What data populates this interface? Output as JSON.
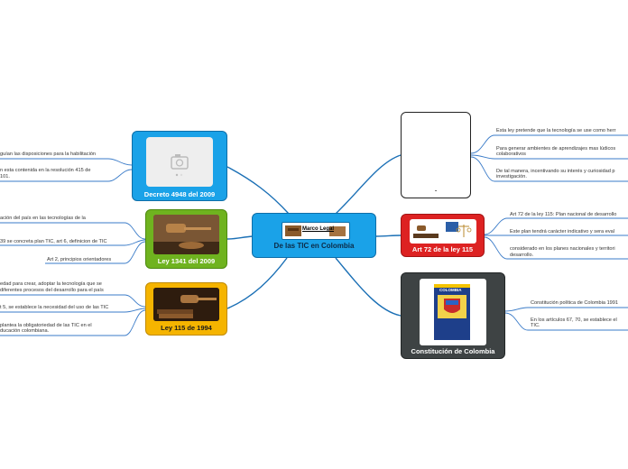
{
  "central": {
    "title": "De las TIC en Colombia",
    "banner_label": "Marco Legal"
  },
  "branches": {
    "decreto": {
      "title": "Decreto 4948 del 2009",
      "color": "#1aa2e8",
      "image_icon": "camera-icon",
      "leaves": [
        "guían las disposiciones para la habilitación",
        "n esta contenida en la resolución 415 de",
        "101."
      ]
    },
    "ley1341": {
      "title": "Ley 1341 del 2009",
      "color": "#6fb31f",
      "image_icon": "gavel-icon",
      "leaves": [
        "ación del país en las tecnologías de la",
        "39 se concreta plan TIC, art 6, definicion de TIC",
        "Art 2, principios orientadores"
      ]
    },
    "ley115": {
      "title": "Ley 115 de 1994",
      "color": "#f5b400",
      "image_icon": "gavel-books-icon",
      "leaves": [
        "edad para crear, adoptar la tecnología que se",
        " diferentes procesos del desarrollo para el país",
        "t 5, se establece la necesidad del uso de las TIC",
        " plantea la obligatoriedad de las TIC en el",
        "ducación colombiana."
      ]
    },
    "blank": {
      "title": ".",
      "color": "#ffffff",
      "leaves": [
        "Esta ley pretende que la tecnología se use como herr",
        "Para  generar ambientes de aprendizajes mas lúdicos",
        "colaborativos",
        "De tal manera, incentivando su interés y curiosidad p",
        "investigación."
      ]
    },
    "art72": {
      "title": "Art 72 de la ley 115",
      "color": "#dd2222",
      "image_icon": "justice-scale-icon",
      "leaves": [
        "Art 72 de la ley 115: Plan nacional de desarrollo",
        "Este plan tendrá carácter indicativo y sera eval",
        "considerado en los planes nacionales y territori",
        "desarrollo."
      ]
    },
    "constitucion": {
      "title": "Constitución de Colombia",
      "color": "#3e4344",
      "image_icon": "constitution-book-icon",
      "book_label": "COLOMBIA",
      "leaves": [
        "Constitución política de Colombia 1991",
        "En los artículos 67, 70, se establece el",
        "TIC."
      ]
    }
  },
  "colors": {
    "link": "#1a6fb5",
    "leaf_underline": "#3a7bc8"
  }
}
